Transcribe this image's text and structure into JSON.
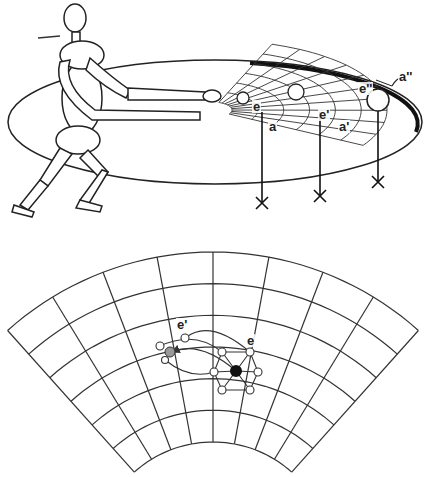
{
  "diagram": {
    "labels": [
      "e''",
      "a''",
      "e",
      "e'",
      "a",
      "a'",
      "e'",
      "e"
    ]
  }
}
